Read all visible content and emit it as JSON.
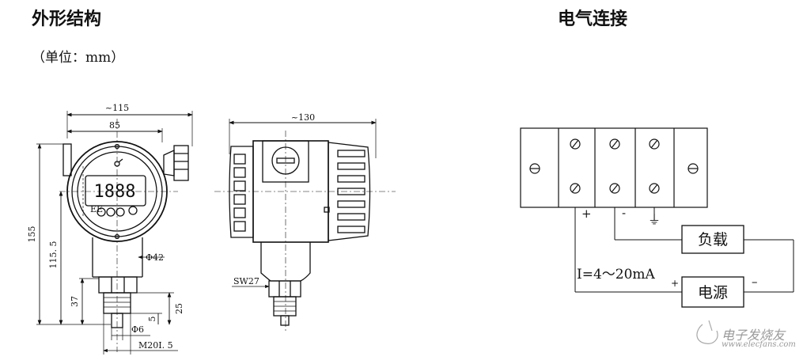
{
  "titles": {
    "outline": "外形结构",
    "wiring": "电气连接",
    "unit": "（单位：mm）"
  },
  "dimensions": {
    "approx_width": "~115",
    "width_85": "85",
    "height_155": "155",
    "height_115_5": "115. 5",
    "height_37": "37",
    "height_25": "25",
    "height_5": "5",
    "dia_42": "Φ42",
    "dia_6": "Φ6",
    "thread": "M20I. 5",
    "approx_depth": "~130",
    "wrench": "SW27"
  },
  "display": {
    "digits": "1888",
    "badge": "EE"
  },
  "wiring": {
    "plus": "+",
    "minus": "-",
    "ground": "⏚",
    "load": "负载",
    "power": "电源",
    "current": "I=4～20mA",
    "psu_plus": "+",
    "psu_minus": "–"
  },
  "watermark": {
    "cn": "电子发烧友",
    "url": "www.elecfans.com"
  }
}
